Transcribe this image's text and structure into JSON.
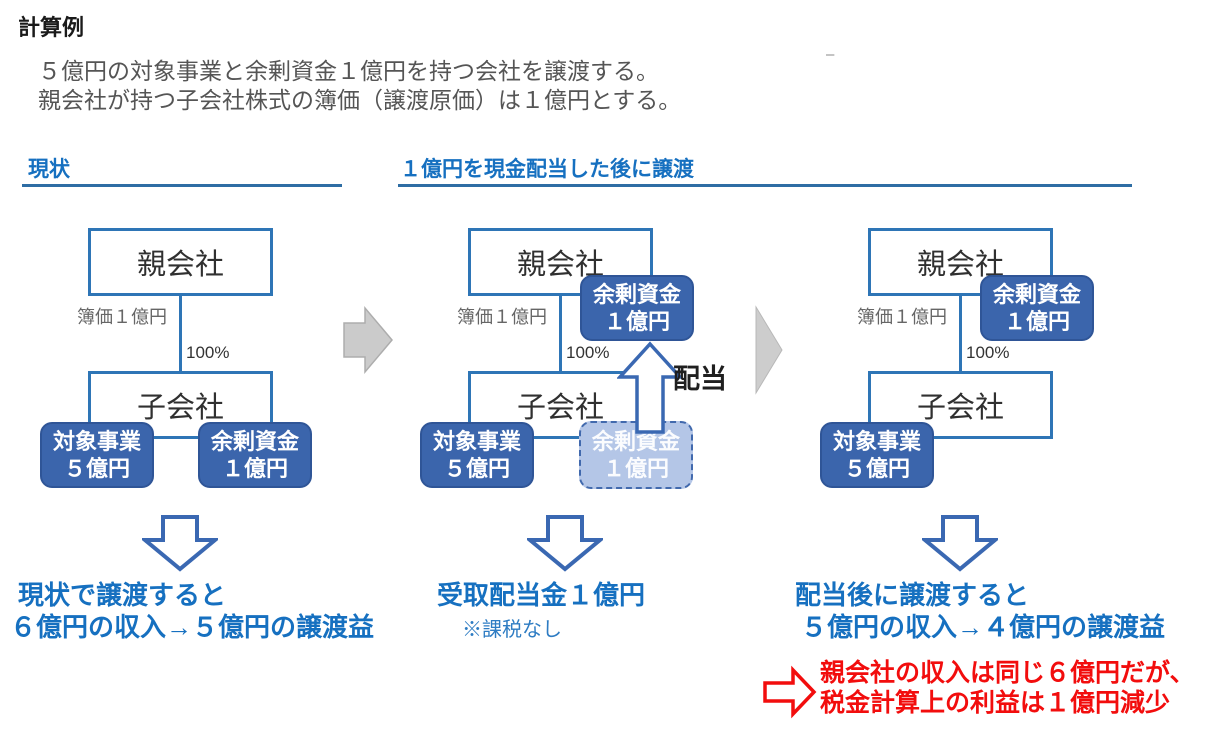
{
  "page": {
    "title": "計算例",
    "intro_line1": "５億円の対象事業と余剰資金１億円を持つ会社を譲渡する。",
    "intro_line2": "親会社が持つ子会社株式の簿価（譲渡原価）は１億円とする。",
    "stray_dash": "–"
  },
  "sections": {
    "current": {
      "header": "現状"
    },
    "after_dividend": {
      "header": "１億円を現金配当した後に譲渡"
    }
  },
  "diagram_labels": {
    "parent_company": "親会社",
    "subsidiary": "子会社",
    "book_value": "簿価１億円",
    "ownership_pct": "100%",
    "target_business_l1": "対象事業",
    "target_business_l2": "５億円",
    "surplus_funds_l1": "余剰資金",
    "surplus_funds_l2": "１億円",
    "dividend_arrow_label": "配当"
  },
  "captions": {
    "current": {
      "line1": "現状で譲渡すると",
      "line2": "６億円の収入→５億円の譲渡益"
    },
    "middle": {
      "line1": "受取配当金１億円",
      "note": "※課税なし"
    },
    "after": {
      "line1": "配当後に譲渡すると",
      "line2": "５億円の収入→４億円の譲渡益"
    },
    "highlight": {
      "line1": "親会社の収入は同じ６億円だが、",
      "line2": "税金計算上の利益は１億円減少"
    }
  },
  "colors": {
    "box_border_blue": "#2E75B6",
    "fill_blue": "#3B65AC",
    "faded_blue": "#B4C6E7",
    "caption_blue": "#1670C0",
    "highlight_red": "#F20D0D",
    "gray_arrow": "#CBCBCB"
  }
}
